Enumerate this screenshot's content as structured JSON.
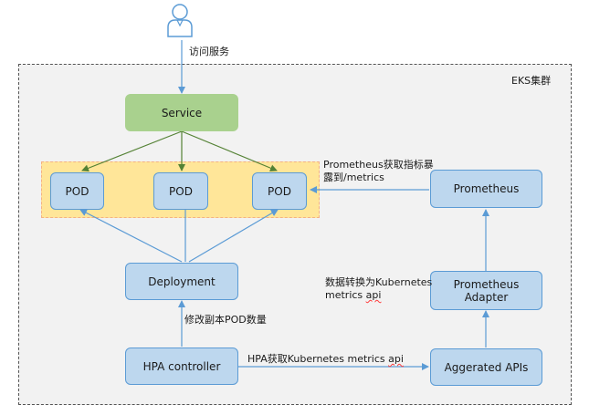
{
  "cluster": {
    "title": "EKS集群"
  },
  "user": {
    "label": "访问服务"
  },
  "nodes": {
    "service": "Service",
    "pods": [
      "POD",
      "POD",
      "POD"
    ],
    "deployment": "Deployment",
    "hpa": "HPA controller",
    "prometheus": "Prometheus",
    "adapter": "Prometheus\nAdapter",
    "apis": "Aggerated APIs"
  },
  "edge_labels": {
    "prometheus_scrape": "Prometheus获取指标暴露到/metrics",
    "hpa_modify": "修改副本POD数量",
    "adapter_convert_prefix": "数据转换为Kubernetes metrics ",
    "adapter_convert_suffix": "api",
    "hpa_fetch_prefix": "HPA获取Kubernetes metrics ",
    "hpa_fetch_suffix": "api"
  },
  "colors": {
    "arrow_blue": "#5b9bd5",
    "arrow_green": "#548235",
    "node_blue": "#bdd7ee",
    "node_green": "#a9d18e",
    "pod_group": "#ffe699"
  }
}
